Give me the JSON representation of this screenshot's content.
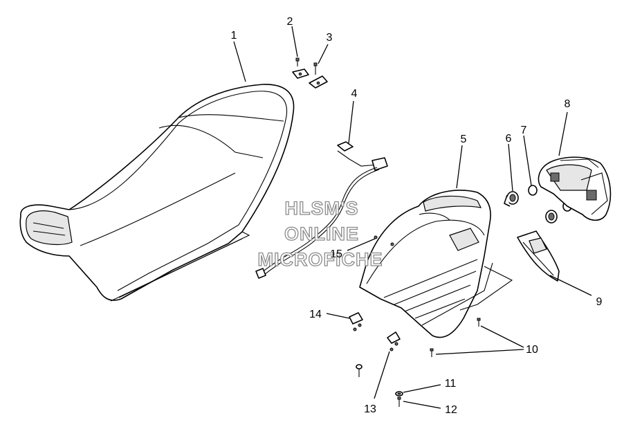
{
  "watermark": {
    "lines": [
      "HLSM'S",
      "ONLINE",
      "MICROFICHE"
    ]
  },
  "callouts": [
    "1",
    "2",
    "3",
    "4",
    "5",
    "6",
    "7",
    "8",
    "9",
    "10",
    "11",
    "12",
    "13",
    "14",
    "15"
  ],
  "colors": {
    "line": "#000000",
    "background": "#ffffff",
    "watermark_outline": "#8a8a8a"
  }
}
